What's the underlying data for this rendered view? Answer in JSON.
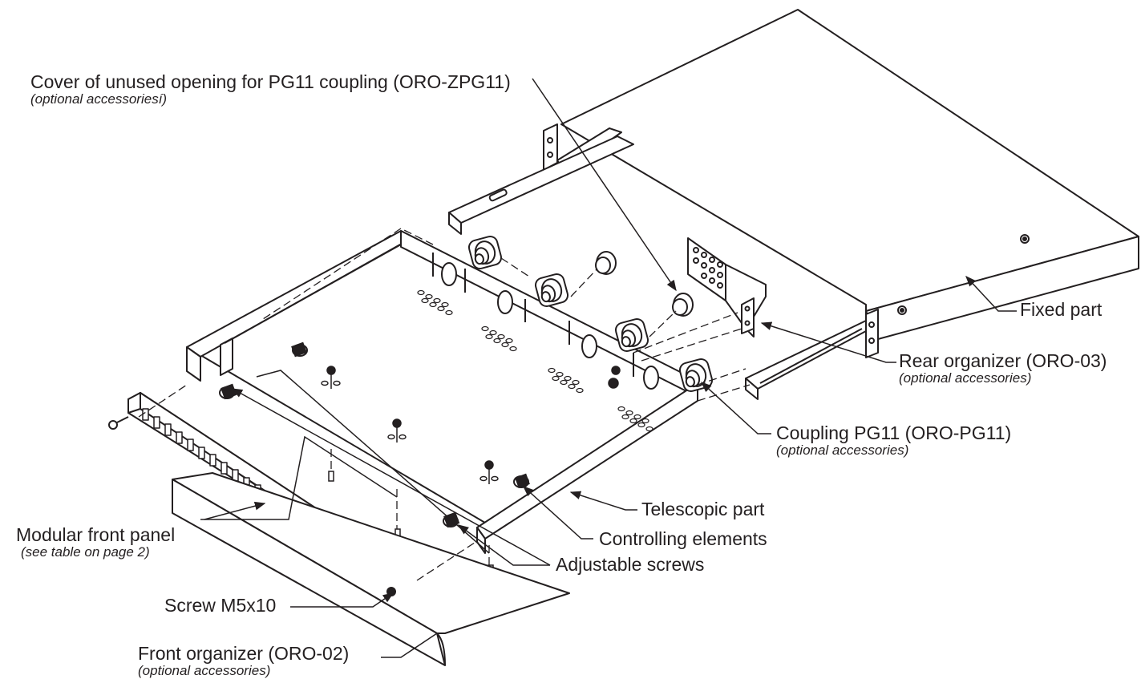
{
  "colors": {
    "line": "#231f20",
    "background": "#ffffff"
  },
  "labels": {
    "cover_opening": {
      "title": "Cover of unused opening for PG11 coupling (ORO-ZPG11)",
      "note": "(optional accessoriesí)"
    },
    "fixed_part": {
      "title": "Fixed part"
    },
    "rear_organizer": {
      "title": "Rear organizer (ORO-03)",
      "note": "(optional accessories)"
    },
    "coupling_pg11": {
      "title": "Coupling PG11 (ORO-PG11)",
      "note": "(optional accessories)"
    },
    "telescopic_part": {
      "title": "Telescopic part"
    },
    "controlling_elements": {
      "title": "Controlling elements"
    },
    "adjustable_screws": {
      "title": "Adjustable screws"
    },
    "modular_front_panel": {
      "title": "Modular front panel",
      "note": "(see table on page 2)"
    },
    "screw_m5x10": {
      "title": "Screw M5x10"
    },
    "front_organizer": {
      "title": "Front organizer (ORO-02)",
      "note": "(optional accessories)"
    }
  }
}
